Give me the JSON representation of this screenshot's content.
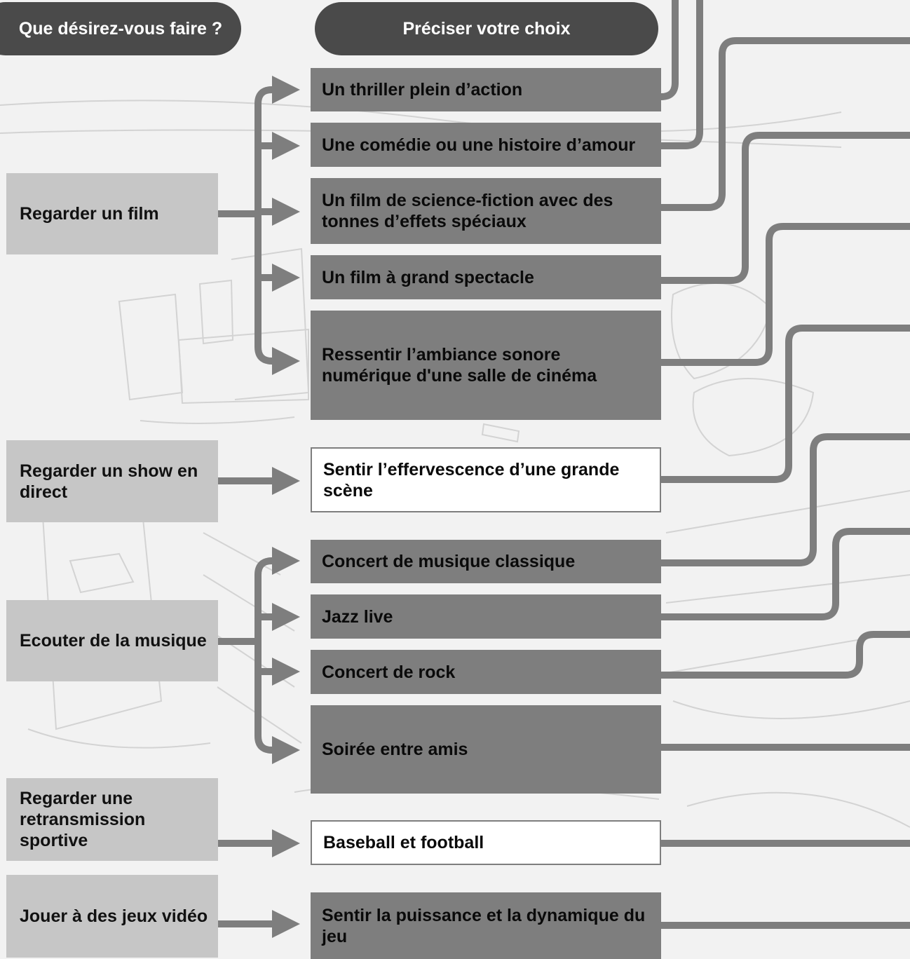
{
  "header": {
    "left_title": "Que désirez-vous faire ?",
    "right_title": "Préciser votre choix"
  },
  "categories": [
    {
      "label": "Regarder un film"
    },
    {
      "label": "Regarder un show en direct"
    },
    {
      "label": "Ecouter de la musique"
    },
    {
      "label": "Regarder une retransmission sportive"
    },
    {
      "label": "Jouer à des jeux vidéo"
    }
  ],
  "options": [
    {
      "label": "Un thriller plein d’action",
      "style": "dark"
    },
    {
      "label": "Une comédie ou une histoire d’amour",
      "style": "dark"
    },
    {
      "label": "Un film de science-fiction avec des tonnes d’effets spéciaux",
      "style": "dark"
    },
    {
      "label": "Un film à grand spectacle",
      "style": "dark"
    },
    {
      "label": "Ressentir l’ambiance sonore numérique d'une salle de cinéma",
      "style": "dark"
    },
    {
      "label": "Sentir l’effervescence d’une grande scène",
      "style": "light"
    },
    {
      "label": "Concert de musique classique",
      "style": "dark"
    },
    {
      "label": "Jazz live",
      "style": "dark"
    },
    {
      "label": "Concert de rock",
      "style": "dark"
    },
    {
      "label": "Soirée entre amis",
      "style": "dark"
    },
    {
      "label": "Baseball et football",
      "style": "light"
    },
    {
      "label": "Sentir la puissance et la dynamique du jeu",
      "style": "dark"
    }
  ],
  "colors": {
    "header_pill": "#4a4a4a",
    "category_box": "#c6c6c6",
    "option_box": "#7e7e7e",
    "connector": "#7e7e7e",
    "background": "#f2f2f2"
  }
}
